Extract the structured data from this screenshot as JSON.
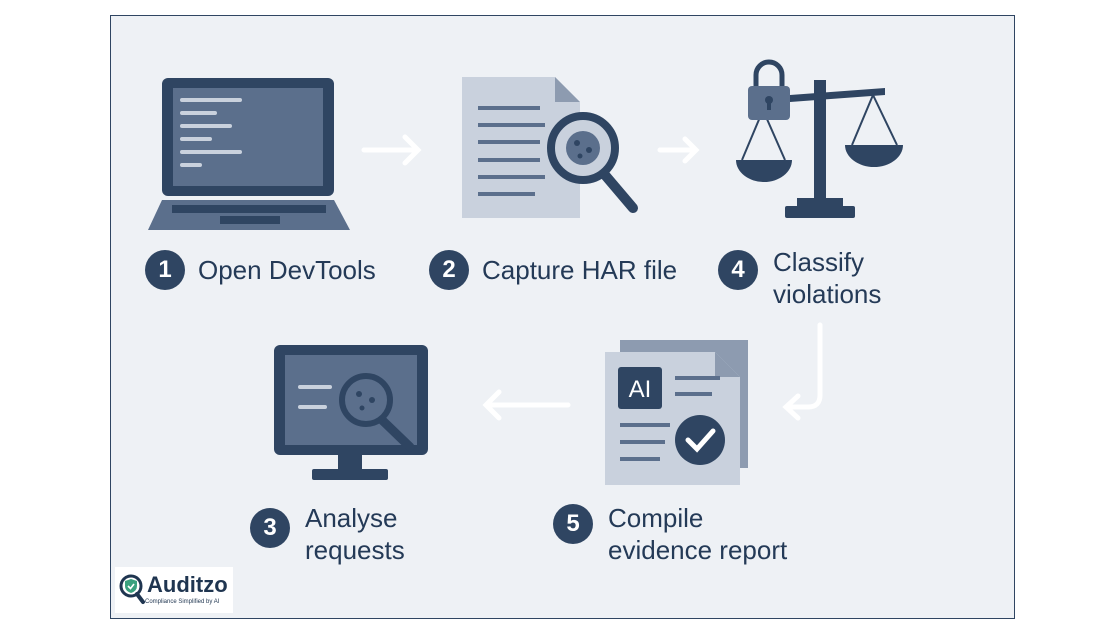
{
  "steps": [
    {
      "number": "1",
      "label": "Open DevTools",
      "icon": "laptop-code-icon"
    },
    {
      "number": "2",
      "label": "Capture HAR file",
      "icon": "document-magnifier-cookie-icon"
    },
    {
      "number": "3",
      "label_line1": "Analyse",
      "label_line2": "requests",
      "icon": "monitor-cookie-search-icon"
    },
    {
      "number": "4",
      "label_line1": "Classify",
      "label_line2": "violations",
      "icon": "scales-lock-icon"
    },
    {
      "number": "5",
      "label_line1": "Compile",
      "label_line2": "evidence report",
      "icon": "ai-report-check-icon",
      "badge": "AI"
    }
  ],
  "logo": {
    "name": "Auditzo",
    "tagline": "Compliance Simplified by AI"
  },
  "colors": {
    "navy": "#2f4562",
    "slate": "#5b6f8c",
    "light": "#c9d1dd",
    "background": "#eef1f5"
  }
}
